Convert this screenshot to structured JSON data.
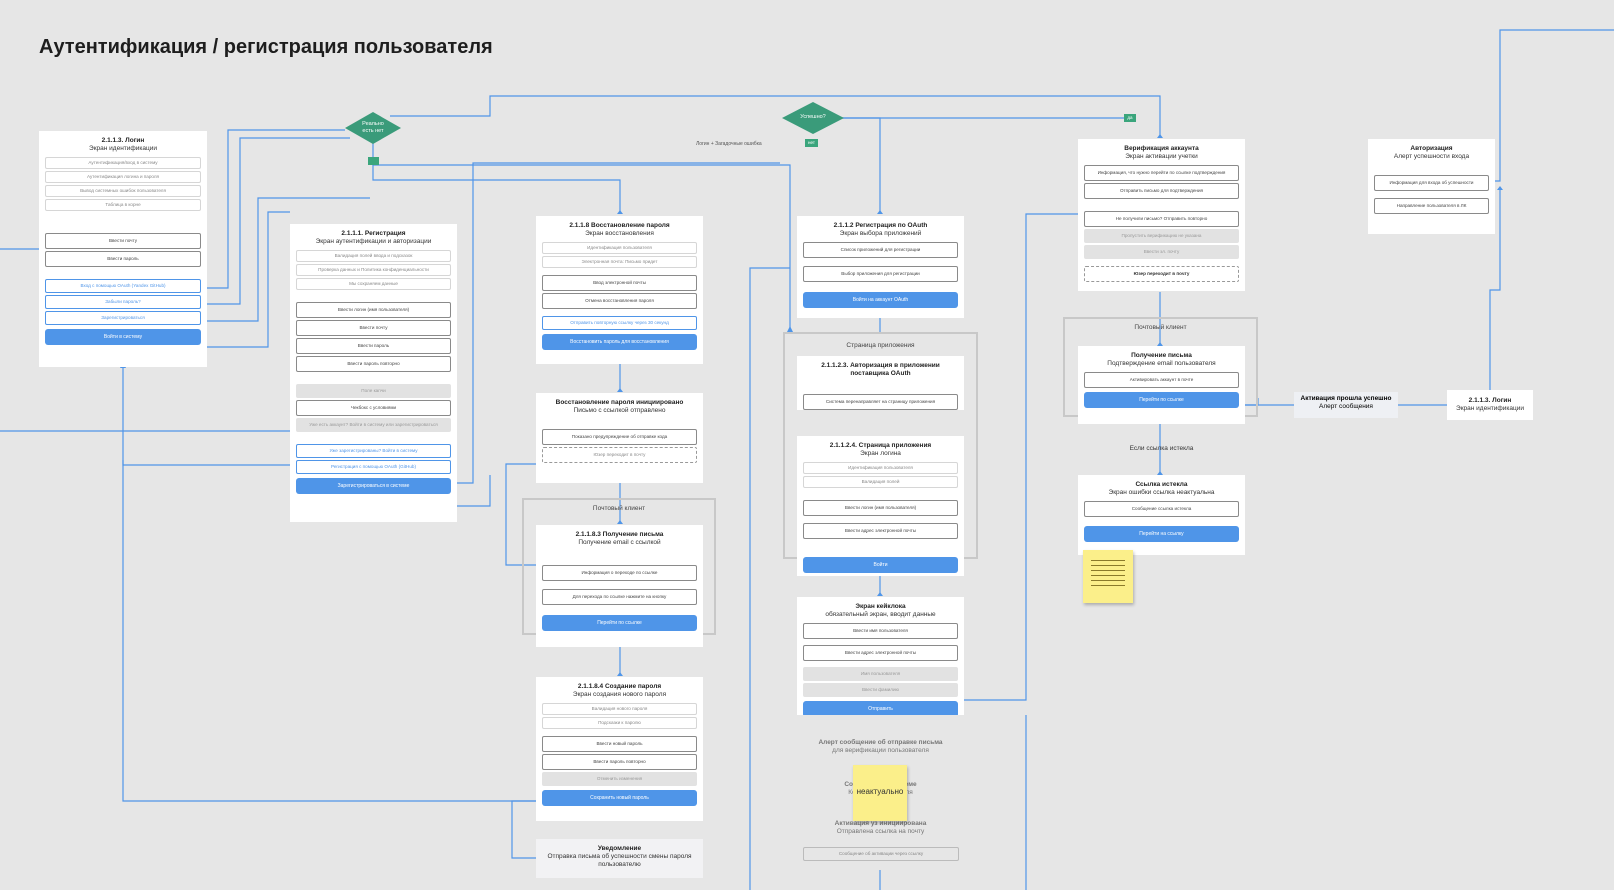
{
  "title": "Аутентификация / регистрация пользователя",
  "colors": {
    "connector": "#4f95e8",
    "decision": "#3a9b7a",
    "button": "#4f95e8",
    "sticky": "#fbef8a",
    "background": "#e6e6e6"
  },
  "decisions": {
    "account": "Реально\nесть нет",
    "success": "Успешно?",
    "tag_yes": "да",
    "tag_no": "нет",
    "error_label": "Логин + Загадочные ошибка"
  },
  "cards": {
    "login": {
      "heading": "2.1.1.3. Логин",
      "subheading": "Экран идентификации",
      "rows": [
        "Аутентификация/вход в систему",
        "Аутентификация логина и пароля",
        "Вывод системных ошибок пользователя",
        "Таблица в корне"
      ],
      "inputs": [
        "Ввести почту",
        "Ввести пароль"
      ],
      "links": [
        "Вход с помощью OAuth (Yandex GitHub)",
        "Забыли пароль?",
        "Зарегистрироваться"
      ],
      "button": "Войти в систему"
    },
    "registration": {
      "heading": "2.1.1.1. Регистрация",
      "subheading": "Экран аутентификации и авторизации",
      "rows": [
        "Валидация полей ввода и подсказок",
        "Проверка данных и Политика конфиденциальности",
        "Мы сохраняем данные"
      ],
      "inputs": [
        "Ввести логин (имя пользователя)",
        "Ввести почту",
        "Ввести пароль",
        "Ввести пароль повторно"
      ],
      "gray1": "Поле капчи",
      "check": "Чекбокс с условиями",
      "gray2": "Уже есть аккаунт? Войти в систему или зарегистрироваться",
      "links": [
        "Уже зарегистрированы? Войти в систему",
        "Регистрация с помощью OAuth (GitHub)"
      ],
      "button": "Зарегистрироваться в системе"
    },
    "recovery": {
      "heading": "2.1.1.8 Восстановление пароля",
      "subheading": "Экран восстановления",
      "rows": [
        "Идентификация пользователя",
        "Электронная почта: Письмо придет"
      ],
      "inputs": [
        "Ввод электронной почты",
        "Отмена восстановления пароля"
      ],
      "link": "Отправить повторную ссылку через 30 секунд",
      "button": "Восстановить пароль для восстановления"
    },
    "recovery_started": {
      "heading": "Восстановление пароля инициировано",
      "subheading": "Письмо с ссылкой отправлено",
      "inputs": [
        "Показано предупреждение об отправке кода"
      ],
      "dashed": "Юзер переходит в почту"
    },
    "mail_receive": {
      "heading": "2.1.1.8.3 Получение письма",
      "subheading": "Получение email с ссылкой",
      "inputs": [
        "Информация о переходе по ссылке",
        "Для перехода по ссылке нажмите на кнопку"
      ],
      "button": "Перейти по ссылке"
    },
    "new_password": {
      "heading": "2.1.1.8.4 Создание пароля",
      "subheading": "Экран создания нового пароля",
      "rows": [
        "Валидация нового пароля",
        "Подсказки к паролю"
      ],
      "inputs": [
        "Ввести новый пароль",
        "Ввести пароль повторно"
      ],
      "gray": "Отменить изменения",
      "button": "Сохранить новый пароль"
    },
    "notify": {
      "heading": "Уведомление",
      "subheading": "Отправка письма об успешности смены пароля пользователю"
    },
    "oauth": {
      "heading": "2.1.1.2 Регистрация по OAuth",
      "subheading": "Экран выбора приложений",
      "inputs": [
        "Список приложений для регистрации",
        "Выбор приложения для регистрации"
      ],
      "button": "Войти на аккаунт OAuth"
    },
    "oauth_auth": {
      "heading": "2.1.1.2.3.  Авторизация в приложении поставщика OAuth",
      "subheading": "",
      "inputs": [
        "Система перенаправляет на страницу приложения"
      ]
    },
    "app_login": {
      "heading": "2.1.1.2.4. Страница приложения",
      "subheading": "Экран логина",
      "rows": [
        "Идентификация пользователя",
        "Валидация полей"
      ],
      "inputs": [
        "Ввести логин (имя пользователя)",
        "Ввести адрес электронной почты"
      ],
      "button": "Войти"
    },
    "keycloak": {
      "heading": "Экран кейклока",
      "subheading": "обязательный экран, вводит данные",
      "inputs": [
        "Ввести имя пользователя",
        "Ввести адрес электронной почты"
      ],
      "grays": [
        "Имя пользователя",
        "Ввести фамилию"
      ],
      "button": "Отправить"
    },
    "verify": {
      "heading": "Верификация аккаунта",
      "subheading": "Экран активации учетки",
      "rows": [
        "Информация, что нужно перейти по ссылке подтверждения",
        "Отправить письмо для подтверждения"
      ],
      "input": "Не получили письмо? Отправить повторно",
      "grays": [
        "Пропустить верификацию не указана",
        "Ввести эл. почту"
      ],
      "dashed": "Юзер переходит в почту"
    },
    "mail_get": {
      "heading": "Получение письма",
      "subheading": "Подтверждение email пользователя",
      "input": "Активировать аккаунт в почте",
      "button": "Перейти по ссылке"
    },
    "expired": {
      "heading": "Ссылка истекла",
      "subheading": "Экран ошибки ссылка неактуальна",
      "input": "Сообщение ссылка истекла",
      "button": "Перейти на ссылку"
    },
    "auth_success": {
      "heading": "Авторизация",
      "subheading": "Алерт успешности входа",
      "inputs": [
        "Информация для входа об успешности",
        "Направление пользователя в ЛК"
      ]
    },
    "login2": {
      "heading": "2.1.1.3. Логин",
      "subheading": "Экран идентификации"
    }
  },
  "frames": {
    "mail_client_1": "Почтовый клиент",
    "app_page": "Страница приложения",
    "mail_client_2": "Почтовый клиент"
  },
  "labels": {
    "if_expired": "Если ссылка истекла",
    "activation_ok_h": "Активация прошла успешно",
    "activation_ok_s": "Алерт сообщения",
    "alert_mail_h": "Алерт сообщение об отправке письма",
    "alert_mail_s": "для верификации пользователя",
    "create_h": "Создание ... в системе",
    "create_s": "Конфигу... ...зователя",
    "activation_start_h": "Активация уз инициирована",
    "activation_start_s": "Отправлена ссылка на почту",
    "activation_box": "Сообщение об активации через ссылку",
    "sticky_text": "неактуально"
  }
}
